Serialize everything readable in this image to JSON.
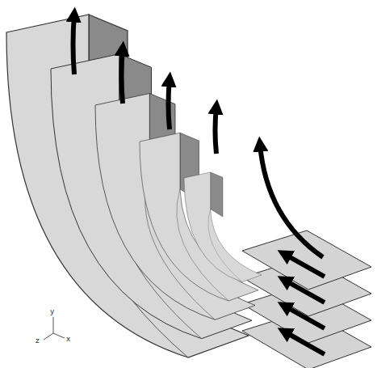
{
  "diagram": {
    "labels": [
      "y",
      "z",
      "x"
    ]
  }
}
